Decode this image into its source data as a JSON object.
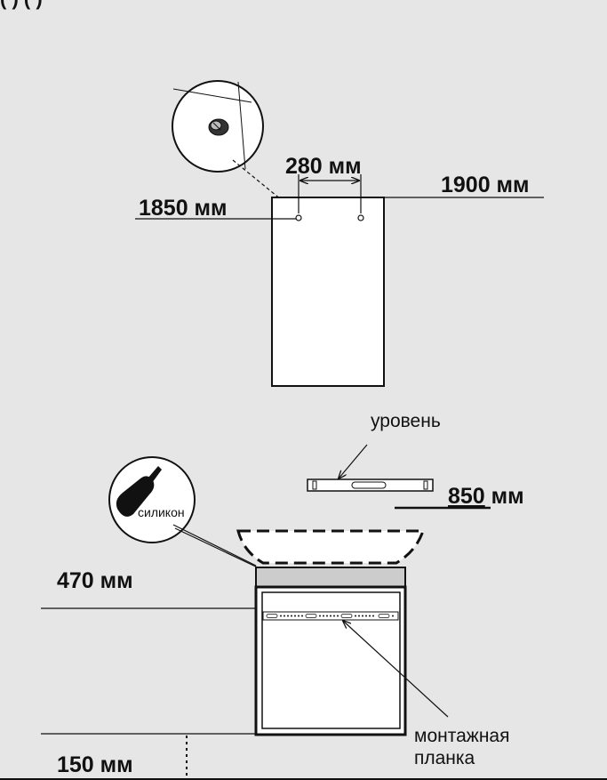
{
  "header_partial": "(                    )                       (                              )",
  "dimensions": {
    "hole_spacing": "280 мм",
    "left_hole_height": "1850 мм",
    "top_edge_height": "1900 мм",
    "level_height_value": "850",
    "level_height_unit": " мм",
    "cabinet_top_height": "470 мм",
    "floor_offset": "150 мм"
  },
  "labels": {
    "level": "уровень",
    "silicone": "силикон",
    "mounting_rail_line1": "монтажная",
    "mounting_rail_line2": "планка"
  },
  "colors": {
    "background": "#e6e6e6",
    "line": "#111111",
    "panel_fill": "#ffffff",
    "countertop_fill": "#cccccc"
  }
}
